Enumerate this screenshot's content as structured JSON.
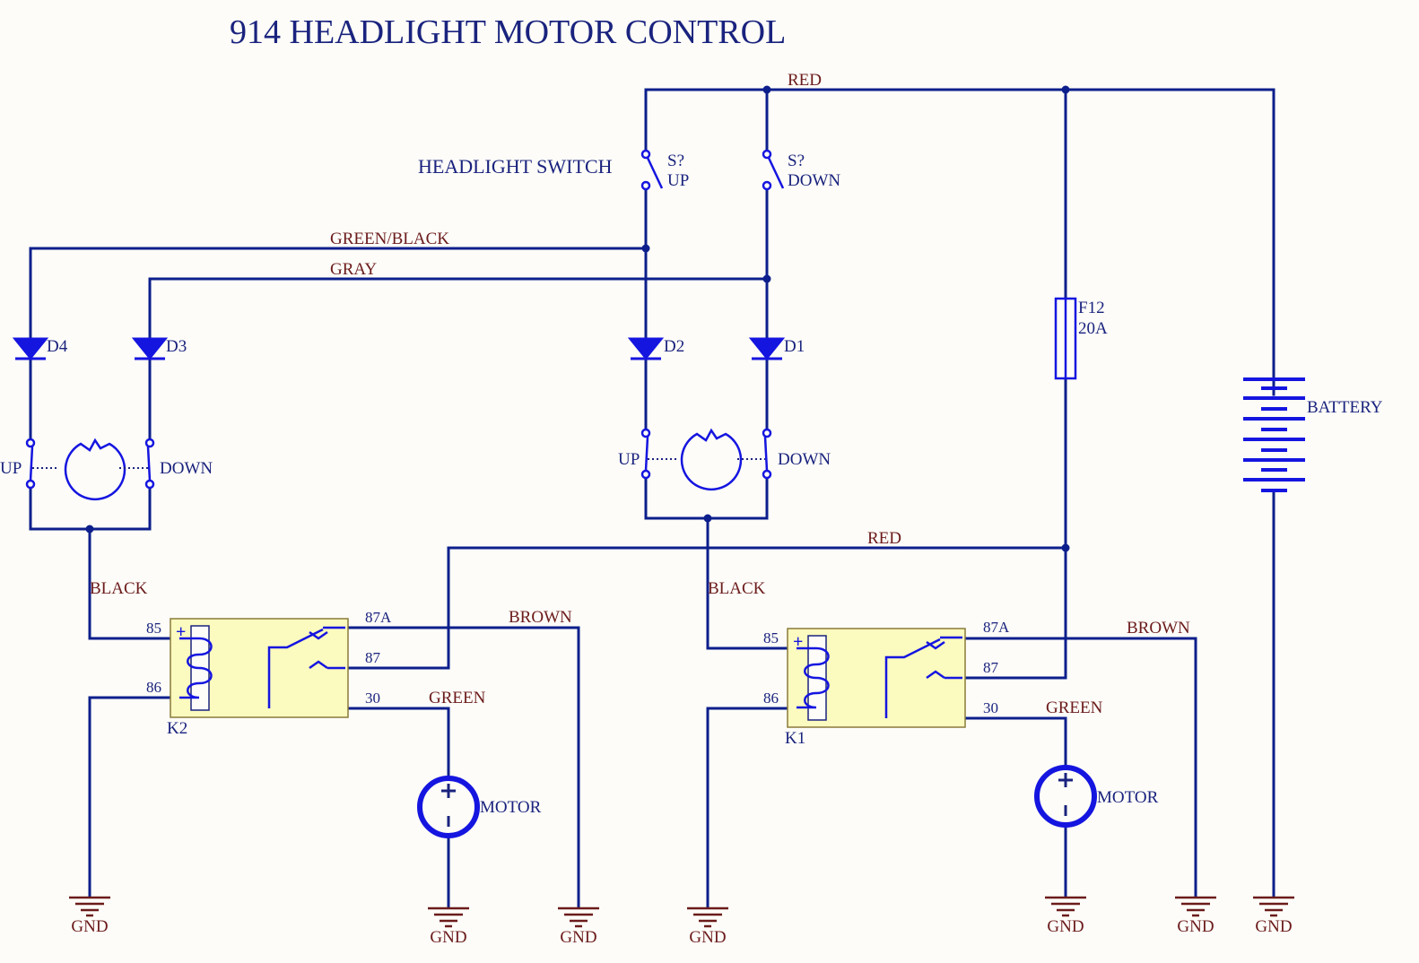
{
  "title": "914 HEADLIGHT MOTOR CONTROL",
  "colors": {
    "wire": "#0d1f8c",
    "component": "#1515e0",
    "label_wire": "#6b1b1b",
    "text": "#1a237e",
    "relay_fill": "#fbfabf",
    "relay_stroke": "#8a7a3a",
    "ground": "#6b1b1b",
    "background": "#fdfcf8"
  },
  "headlight_switch": {
    "label": "HEADLIGHT SWITCH",
    "up_ref": "S?",
    "up_name": "UP",
    "down_ref": "S?",
    "down_name": "DOWN"
  },
  "wires": {
    "red_top": "RED",
    "green_black": "GREEN/BLACK",
    "gray": "GRAY",
    "red_mid": "RED",
    "black_left": "BLACK",
    "black_right": "BLACK",
    "brown_left": "BROWN",
    "brown_right": "BROWN",
    "green_left": "GREEN",
    "green_right": "GREEN"
  },
  "fuse": {
    "ref": "F12",
    "value": "20A"
  },
  "battery": {
    "label": "BATTERY"
  },
  "diodes": [
    "D4",
    "D3",
    "D2",
    "D1"
  ],
  "limit_switch_left": {
    "up": "UP",
    "down": "DOWN"
  },
  "limit_switch_right": {
    "up": "UP",
    "down": "DOWN"
  },
  "relay_k2": {
    "ref": "K2",
    "pin85": "85",
    "pin86": "86",
    "pin87a": "87A",
    "pin87": "87",
    "pin30": "30"
  },
  "relay_k1": {
    "ref": "K1",
    "pin85": "85",
    "pin86": "86",
    "pin87a": "87A",
    "pin87": "87",
    "pin30": "30"
  },
  "motor_left": {
    "label": "MOTOR"
  },
  "motor_right": {
    "label": "MOTOR"
  },
  "grounds": [
    "GND",
    "GND",
    "GND",
    "GND",
    "GND",
    "GND",
    "GND"
  ]
}
